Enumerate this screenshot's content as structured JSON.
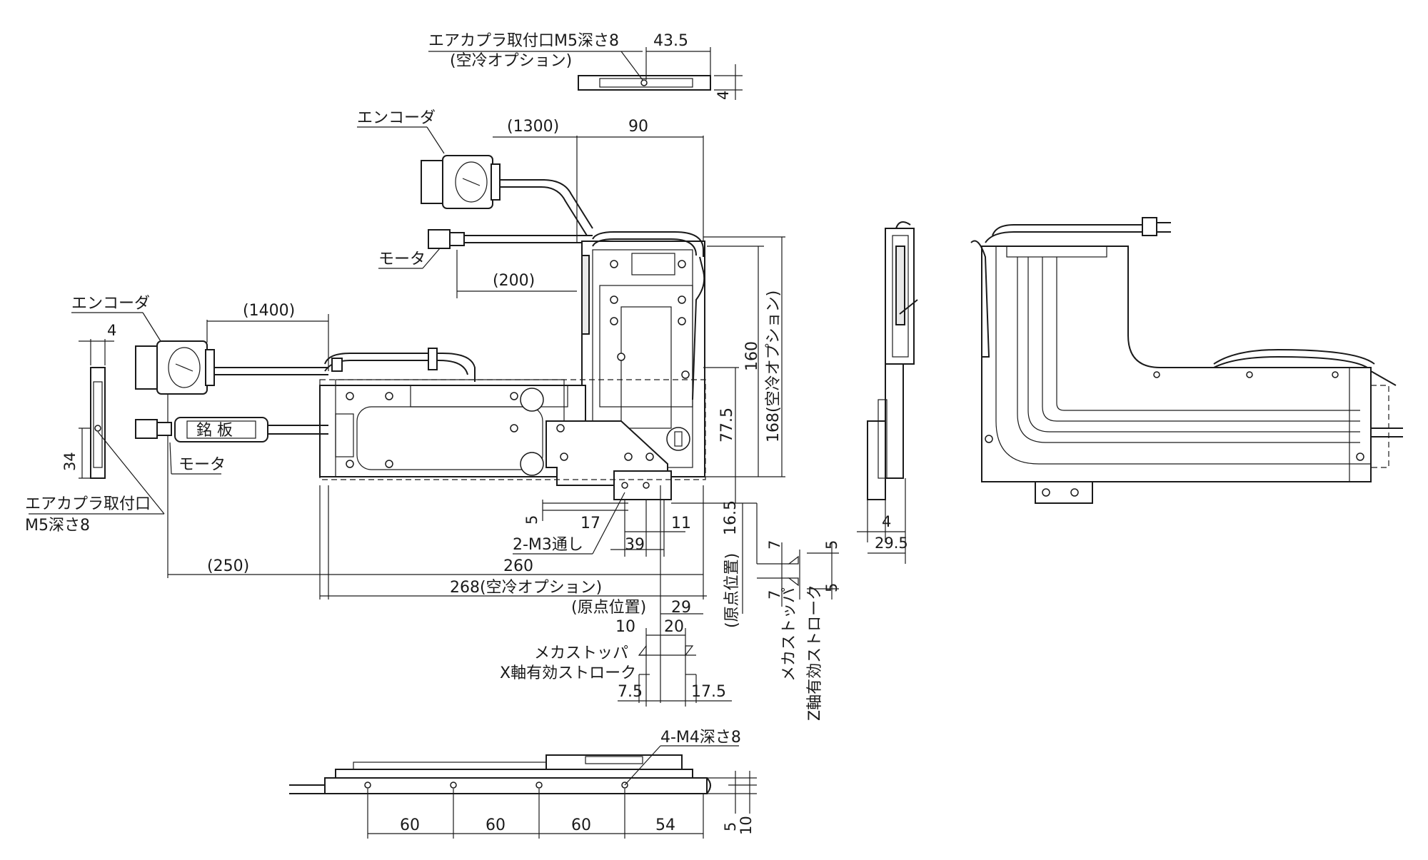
{
  "labels": {
    "air_coupler_top": "エアカプラ取付口M5深さ8",
    "air_cool_option_top": "(空冷オプション)",
    "encoder_top": "エンコーダ",
    "motor_top": "モータ",
    "encoder_left": "エンコーダ",
    "motor_left": "モータ",
    "nameplate": "銘 板",
    "air_coupler_left_1": "エアカプラ取付口",
    "air_coupler_left_2": "M5深さ8",
    "m3_thru": "2-M3通し",
    "origin_pos_h": "(原点位置)",
    "origin_pos_v": "(原点位置)",
    "mech_stopper": "メカストッパ",
    "x_stroke": "X軸有効ストローク",
    "mech_stopper_v": "メカストッパ",
    "z_stroke_v": "Z軸有効ストローク",
    "m4_depth": "4-M4深さ8",
    "air_cool_168": "168(空冷オプション)"
  },
  "dimensions": {
    "d43_5": "43.5",
    "d4_top": "4",
    "d1300": "(1300)",
    "d90": "90",
    "d200": "(200)",
    "d1400": "(1400)",
    "d4_left": "4",
    "d34": "34",
    "d160": "160",
    "d77_5": "77.5",
    "d5_a": "5",
    "d17": "17",
    "d11": "11",
    "d39": "39",
    "d16_5": "16.5",
    "d250": "(250)",
    "d260": "260",
    "d268": "268(空冷オプション)",
    "d29": "29",
    "d10": "10",
    "d20": "20",
    "d7_5": "7.5",
    "d17_5": "17.5",
    "d7_a": "7",
    "d7_b": "7",
    "d5_b": "5",
    "d5_c": "5",
    "d4_side": "4",
    "d29_5": "29.5",
    "d60_a": "60",
    "d60_b": "60",
    "d60_c": "60",
    "d54": "54",
    "d5_bot": "5",
    "d10_bot": "10"
  }
}
